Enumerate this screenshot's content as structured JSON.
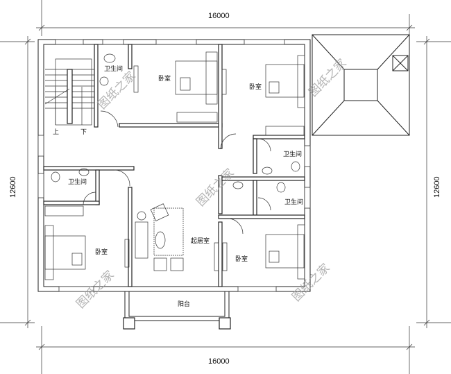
{
  "dimensions": {
    "top": "16000",
    "bottom": "16000",
    "left": "12600",
    "right": "12600"
  },
  "rooms": {
    "bath_top": "卫生间",
    "bath_left": "卫生间",
    "bath_right_upper": "卫生间",
    "bath_right_lower": "卫生间",
    "bedroom_top": "卧室",
    "bedroom_top_right": "卧室",
    "bedroom_left": "卧室",
    "bedroom_bottom_right": "卧室",
    "living": "起居室",
    "balcony": "阳台",
    "stair_up": "上",
    "stair_down": "下"
  },
  "watermark": "图纸之家"
}
